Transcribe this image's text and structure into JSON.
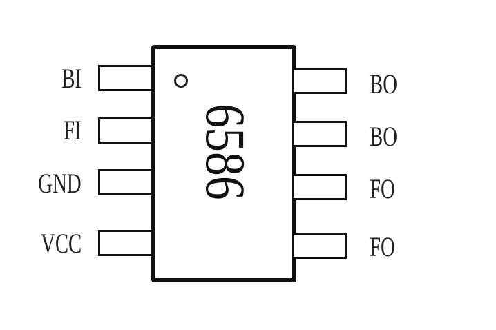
{
  "chip": {
    "part_number": "6586"
  },
  "left_pins": [
    {
      "label": "BI"
    },
    {
      "label": "FI"
    },
    {
      "label": "GND"
    },
    {
      "label": "VCC"
    }
  ],
  "right_pins": [
    {
      "label": "BO"
    },
    {
      "label": "BO"
    },
    {
      "label": "FO"
    },
    {
      "label": "FO"
    }
  ]
}
